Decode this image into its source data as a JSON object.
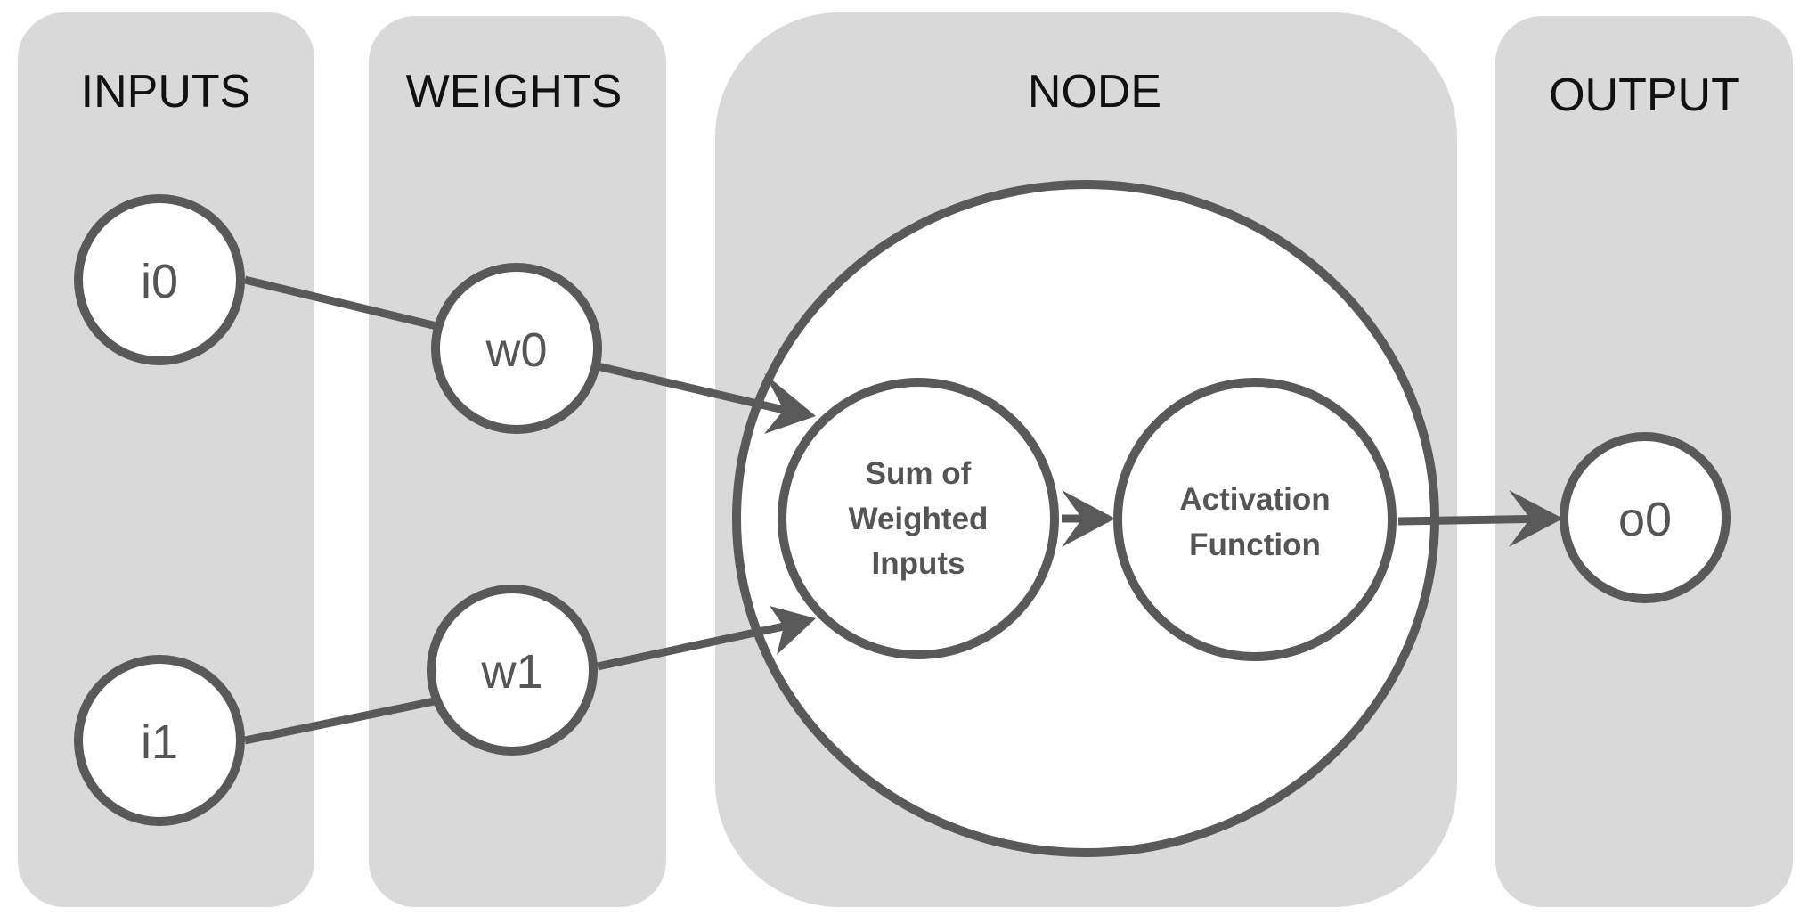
{
  "columns": {
    "inputs": "INPUTS",
    "weights": "WEIGHTS",
    "node": "NODE",
    "output": "OUTPUT"
  },
  "inputs": {
    "i0": "i0",
    "i1": "i1"
  },
  "weights": {
    "w0": "w0",
    "w1": "w1"
  },
  "node": {
    "sum": [
      "Sum of",
      "Weighted",
      "Inputs"
    ],
    "activation": [
      "Activation",
      "Function"
    ]
  },
  "output": {
    "o0": "o0"
  },
  "colors": {
    "panel": "#d9d9d9",
    "stroke": "#595959",
    "fill": "#ffffff"
  }
}
